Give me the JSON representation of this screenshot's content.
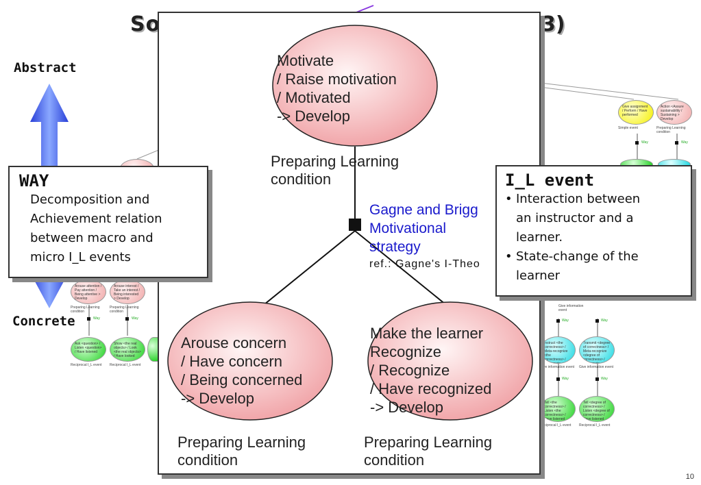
{
  "slide": {
    "title": "So                                       3)",
    "page_number": "10"
  },
  "axis": {
    "top_label": "Abstract",
    "bottom_label": "Concrete"
  },
  "main": {
    "top_node": {
      "lines": [
        "Motivate",
        "/ Raise motivation",
        "/ Motivated",
        "-> Develop"
      ],
      "condition": [
        "Preparing Learning",
        "condition"
      ]
    },
    "way": {
      "strategy": [
        "Gagne and Brigg",
        "Motivational",
        "strategy"
      ],
      "ref": "ref.: Gagne's I-Theo"
    },
    "left_node": {
      "lines": [
        "Arouse concern",
        "/ Have concern",
        "/ Being concerned",
        "-> Develop"
      ],
      "condition": [
        "Preparing Learning",
        "condition"
      ]
    },
    "right_node": {
      "lines": [
        "Make the learner",
        "Recognize",
        "/ Recognize",
        "/ Have recognized",
        "-> Develop"
      ],
      "condition": [
        "Preparing Learning",
        "condition"
      ]
    }
  },
  "way_callout": {
    "title": "WAY",
    "lines": [
      "Decomposition and",
      "Achievement relation",
      "between macro and",
      "micro I_L events"
    ]
  },
  "il_callout": {
    "title": "I_L event",
    "bullets": [
      [
        "Interaction between",
        "an instructor and a",
        "learner."
      ],
      [
        "State-change of the",
        "learner"
      ]
    ]
  },
  "background": {
    "right_top_nodes": [
      {
        "text": "Give assignment / Perform / Have performed",
        "label": "Simple event",
        "color": "yellow"
      },
      {
        "text": "Action <Assure sustainability / Sustaining > Develop",
        "label": "Preparing Learning condition",
        "color": "pink"
      }
    ],
    "left_mid_nodes": [
      {
        "text": "Arouse attention / Pay attention / Being attentive > Develop",
        "label": "Preparing Learning condition"
      },
      {
        "text": "Arouse interest / Take an interest / Being interested > Develop",
        "label": "Preparing Learning condition"
      }
    ],
    "left_bottom_nodes": [
      {
        "text": "Ask <question> / Listen <question> / Have listened",
        "label": "Reciprocal I_L event"
      },
      {
        "text": "Show <the real objects> / Look <the real objects> / Have looked",
        "label": "Reciprocal I_L event"
      }
    ],
    "right_mid_nodes": [
      {
        "text": "Instruct <the correctness> / Meta-recognize <the correctness> / Have meta-recognized",
        "label": "Give information event"
      },
      {
        "text": "Transmit <degree of correctness> / Meta-recognize <degree of correctness> / Have meta-recognized",
        "label": "Give information event"
      }
    ],
    "right_bottom_nodes": [
      {
        "text": "Tell <the correctness> / Listen <the correctness> / Have listened",
        "label": "Reciprocal I_L event"
      },
      {
        "text": "Tell <degree of correctness> / Listen <degree of correctness> / Have listened",
        "label": "Reciprocal I_L event"
      }
    ],
    "way_label": "Way",
    "give_info_label": "Give information event"
  },
  "colors": {
    "arrow": "#3a5ef0",
    "strategy_text": "#1a1acc",
    "node_pink": "#f0a8a8",
    "node_green": "#22d022",
    "node_cyan": "#1ad6e0",
    "node_yellow": "#f5f000"
  }
}
